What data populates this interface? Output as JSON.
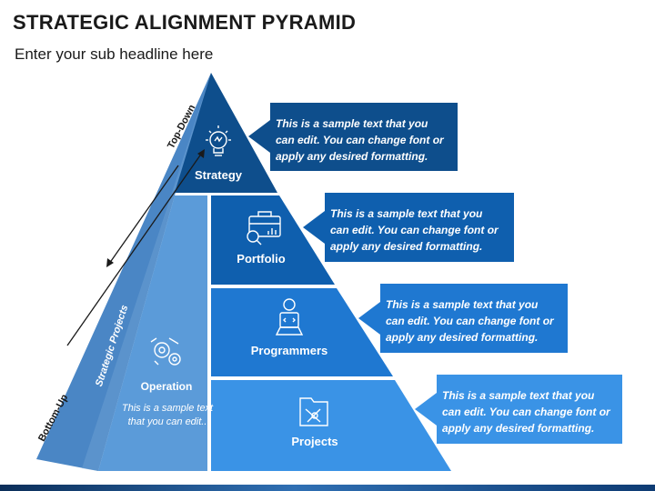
{
  "title": "STRATEGIC ALIGNMENT PYRAMID",
  "subtitle": "Enter your sub headline here",
  "side": {
    "top_down": "Top-Down",
    "bottom_up": "Bottom-Up",
    "strategic_projects": "Strategic Projects"
  },
  "operation": {
    "title": "Operation",
    "text": "This is a sample text that you can edit.."
  },
  "tiers": [
    {
      "label": "Strategy",
      "icon": "lightbulb-icon",
      "color": "#0e4e8c"
    },
    {
      "label": "Portfolio",
      "icon": "briefcase-chart-icon",
      "color": "#0f5fae"
    },
    {
      "label": "Programmers",
      "icon": "laptop-code-icon",
      "color": "#1f78d1"
    },
    {
      "label": "Projects",
      "icon": "folder-tools-icon",
      "color": "#3a93e6"
    }
  ],
  "callouts": [
    {
      "text": "This is a sample text that you can edit. You can change font or apply any desired formatting.",
      "color": "#0e4e8c"
    },
    {
      "text": "This is a sample text that you can edit. You can change font or apply any desired formatting.",
      "color": "#0f5fae"
    },
    {
      "text": "This is a sample text that you can edit. You can change font or apply any desired formatting.",
      "color": "#1f78d1"
    },
    {
      "text": "This is a sample text that you can edit. You can change font or apply any desired formatting.",
      "color": "#3a93e6"
    }
  ]
}
